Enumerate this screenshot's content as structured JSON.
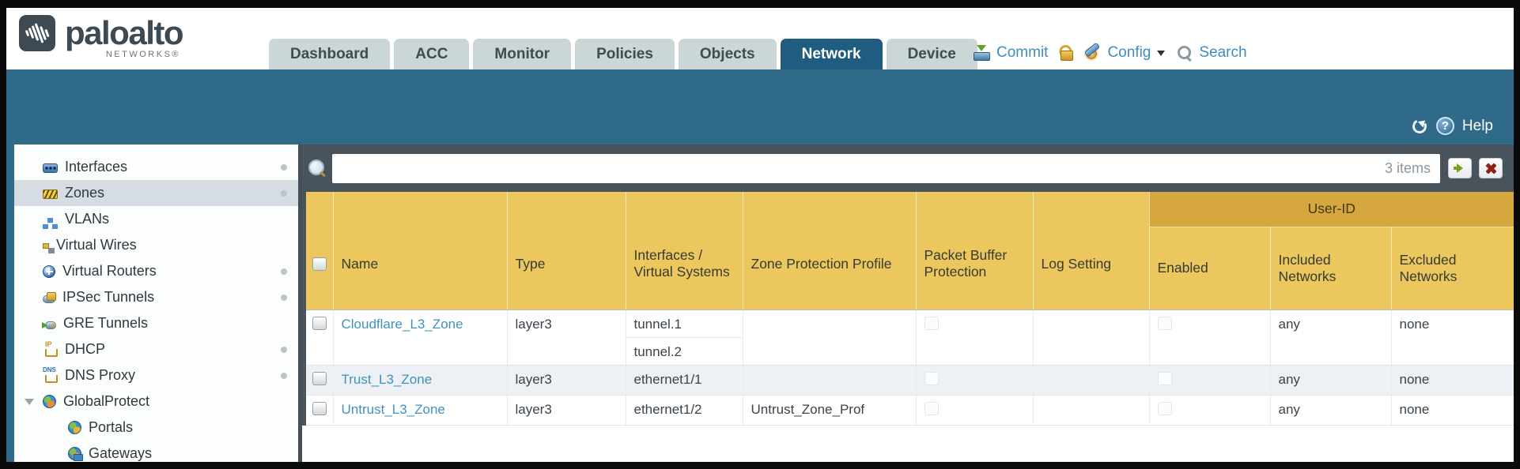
{
  "brand": {
    "name": "paloalto",
    "sub": "NETWORKS®"
  },
  "nav": {
    "tabs": [
      {
        "label": "Dashboard",
        "active": false
      },
      {
        "label": "ACC",
        "active": false
      },
      {
        "label": "Monitor",
        "active": false
      },
      {
        "label": "Policies",
        "active": false
      },
      {
        "label": "Objects",
        "active": false
      },
      {
        "label": "Network",
        "active": true
      },
      {
        "label": "Device",
        "active": false
      }
    ]
  },
  "utilities": {
    "commit": "Commit",
    "config": "Config",
    "search": "Search"
  },
  "band": {
    "help": "Help"
  },
  "sidebar": {
    "items": [
      {
        "label": "Interfaces",
        "icon": "interfaces-icon",
        "selected": false,
        "dot": true,
        "indent": 0,
        "expander": false
      },
      {
        "label": "Zones",
        "icon": "zones-icon",
        "selected": true,
        "dot": true,
        "indent": 0,
        "expander": false
      },
      {
        "label": "VLANs",
        "icon": "vlans-icon",
        "selected": false,
        "dot": false,
        "indent": 0,
        "expander": false
      },
      {
        "label": "Virtual Wires",
        "icon": "virtual-wires-icon",
        "selected": false,
        "dot": false,
        "indent": 0,
        "expander": false
      },
      {
        "label": "Virtual Routers",
        "icon": "virtual-routers-icon",
        "selected": false,
        "dot": true,
        "indent": 0,
        "expander": false
      },
      {
        "label": "IPSec Tunnels",
        "icon": "ipsec-tunnels-icon",
        "selected": false,
        "dot": true,
        "indent": 0,
        "expander": false
      },
      {
        "label": "GRE Tunnels",
        "icon": "gre-tunnels-icon",
        "selected": false,
        "dot": false,
        "indent": 0,
        "expander": false
      },
      {
        "label": "DHCP",
        "icon": "dhcp-icon",
        "selected": false,
        "dot": true,
        "indent": 0,
        "expander": false
      },
      {
        "label": "DNS Proxy",
        "icon": "dns-proxy-icon",
        "selected": false,
        "dot": true,
        "indent": 0,
        "expander": false
      },
      {
        "label": "GlobalProtect",
        "icon": "globalprotect-icon",
        "selected": false,
        "dot": false,
        "indent": 0,
        "expander": true
      },
      {
        "label": "Portals",
        "icon": "portals-icon",
        "selected": false,
        "dot": false,
        "indent": 1,
        "expander": false
      },
      {
        "label": "Gateways",
        "icon": "gateways-icon",
        "selected": false,
        "dot": false,
        "indent": 1,
        "expander": false
      }
    ]
  },
  "toolbar": {
    "filter_value": "",
    "items_count": "3 items"
  },
  "table": {
    "group_header": "User-ID",
    "columns": [
      "",
      "Name",
      "Type",
      "Interfaces / Virtual Systems",
      "Zone Protection Profile",
      "Packet Buffer Protection",
      "Log Setting",
      "Enabled",
      "Included Networks",
      "Excluded Networks"
    ],
    "rows": [
      {
        "name": "Cloudflare_L3_Zone",
        "type": "layer3",
        "interfaces": [
          "tunnel.1",
          "tunnel.2"
        ],
        "zone_protection_profile": "",
        "log_setting": "",
        "included_networks": "any",
        "excluded_networks": "none"
      },
      {
        "name": "Trust_L3_Zone",
        "type": "layer3",
        "interfaces": [
          "ethernet1/1"
        ],
        "zone_protection_profile": "",
        "log_setting": "",
        "included_networks": "any",
        "excluded_networks": "none"
      },
      {
        "name": "Untrust_L3_Zone",
        "type": "layer3",
        "interfaces": [
          "ethernet1/2"
        ],
        "zone_protection_profile": "Untrust_Zone_Prof",
        "log_setting": "",
        "included_networks": "any",
        "excluded_networks": "none"
      }
    ]
  },
  "colors": {
    "teal_band": "#2f6b89",
    "tab_active": "#1e5c80",
    "tab_inactive": "#cbd6d7",
    "header_gold": "#ecc75e",
    "group_gold": "#d6a73e",
    "toolbar_gray": "#49535b",
    "link_blue": "#4191bc",
    "selected_item": "#d6dde2",
    "util_blue": "#3f8cc1",
    "alt_row": "#edf1f5"
  }
}
